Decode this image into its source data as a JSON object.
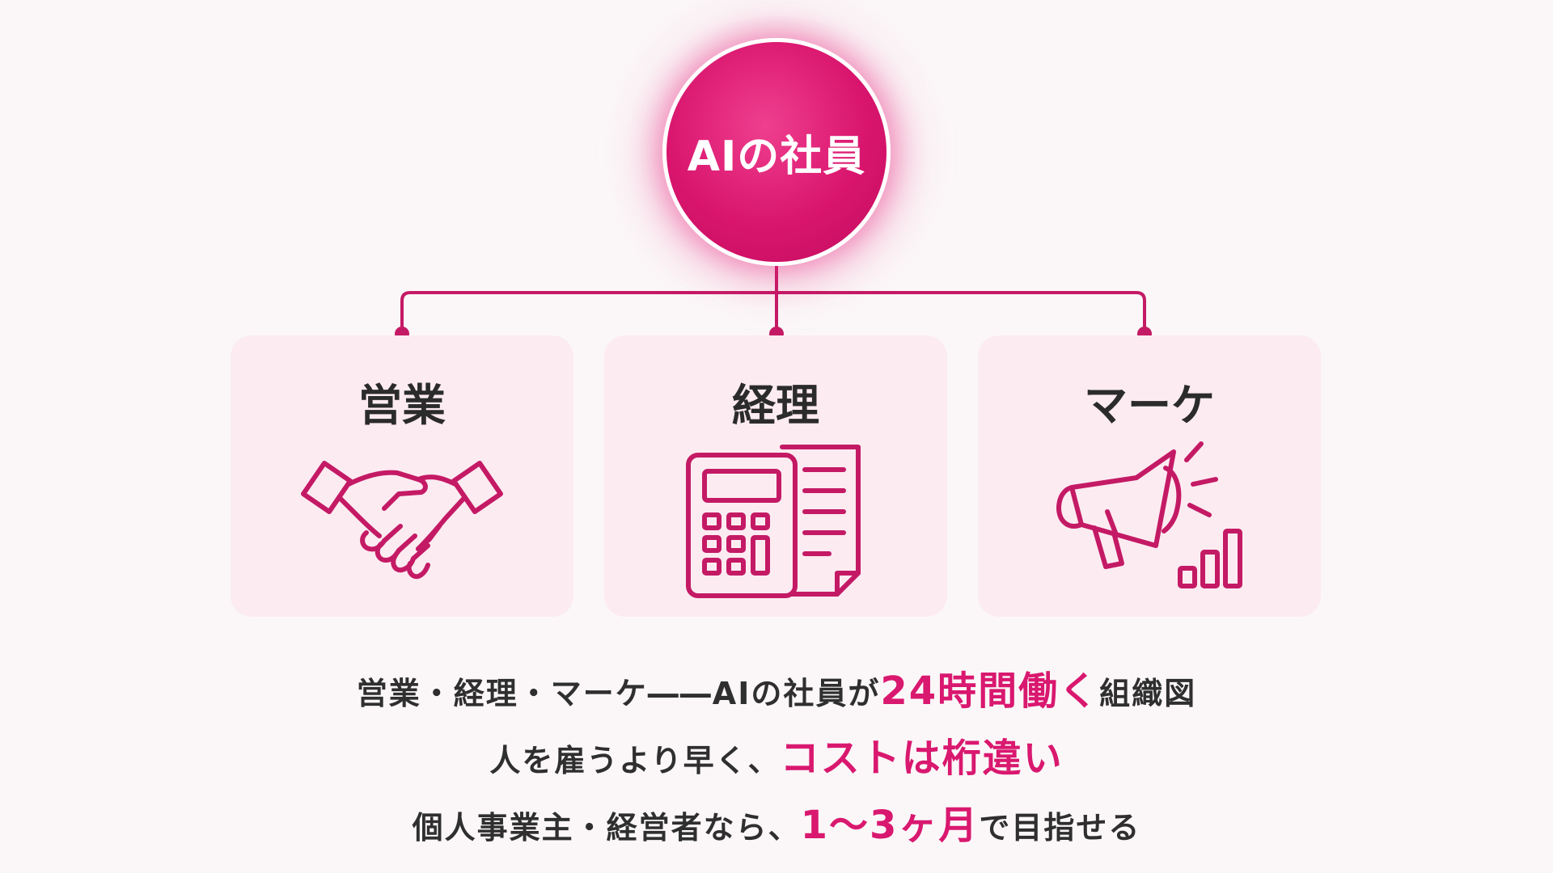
{
  "center_node": {
    "label": "AIの社員"
  },
  "departments": [
    {
      "label": "営業",
      "icon": "handshake-icon"
    },
    {
      "label": "経理",
      "icon": "calculator-document-icon"
    },
    {
      "label": "マーケ",
      "icon": "megaphone-chart-icon"
    }
  ],
  "captions": [
    {
      "before": "営業・経理・マーケ――AIの社員が",
      "highlight": "24時間働く",
      "after": "組織図"
    },
    {
      "before": "人を雇うより早く、",
      "highlight": "コストは桁違い",
      "after": ""
    },
    {
      "before": "個人事業主・経営者なら、",
      "highlight": "1〜3ヶ月",
      "after": "で目指せる"
    }
  ],
  "colors": {
    "accent": "#d9186f",
    "card_background": "#fcebf1",
    "page_background": "#fbf7f8",
    "text": "#2b2b2b"
  }
}
